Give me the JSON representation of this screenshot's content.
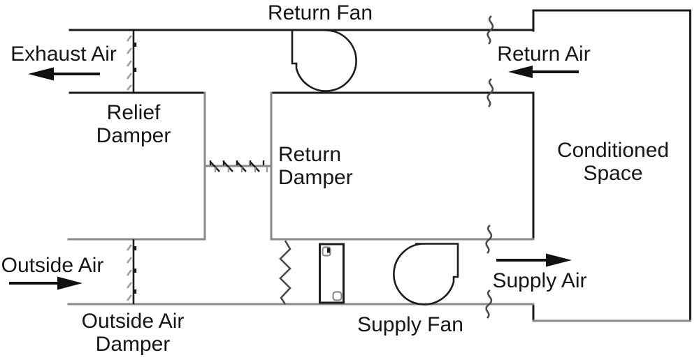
{
  "diagram": {
    "type": "hvac-air-handler-economizer-schematic",
    "labels": {
      "return_fan": "Return Fan",
      "exhaust_air": "Exhaust Air",
      "relief_damper": "Relief\nDamper",
      "return_damper": "Return\nDamper",
      "return_air": "Return Air",
      "conditioned_space": "Conditioned\nSpace",
      "outside_air": "Outside Air",
      "outside_air_damper": "Outside Air\nDamper",
      "supply_fan": "Supply Fan",
      "supply_air": "Supply Air"
    },
    "airflows": [
      {
        "label": "Exhaust Air",
        "direction": "left"
      },
      {
        "label": "Return Air",
        "direction": "left"
      },
      {
        "label": "Outside Air",
        "direction": "right"
      },
      {
        "label": "Supply Air",
        "direction": "right"
      }
    ],
    "icons": [
      "centrifugal-fan-icon",
      "damper-blade-icon",
      "filter-zigzag-icon",
      "coil-box-icon",
      "duct-break-icon",
      "flow-arrow-icon"
    ],
    "colors": {
      "line_dark": "#1c1c1c",
      "line_gray": "#8a8a8a",
      "tick_gray": "#9a9a9a",
      "break_gray": "#4a4a4a",
      "arrow": "#111111",
      "text": "#161616",
      "background": "#ffffff"
    }
  }
}
